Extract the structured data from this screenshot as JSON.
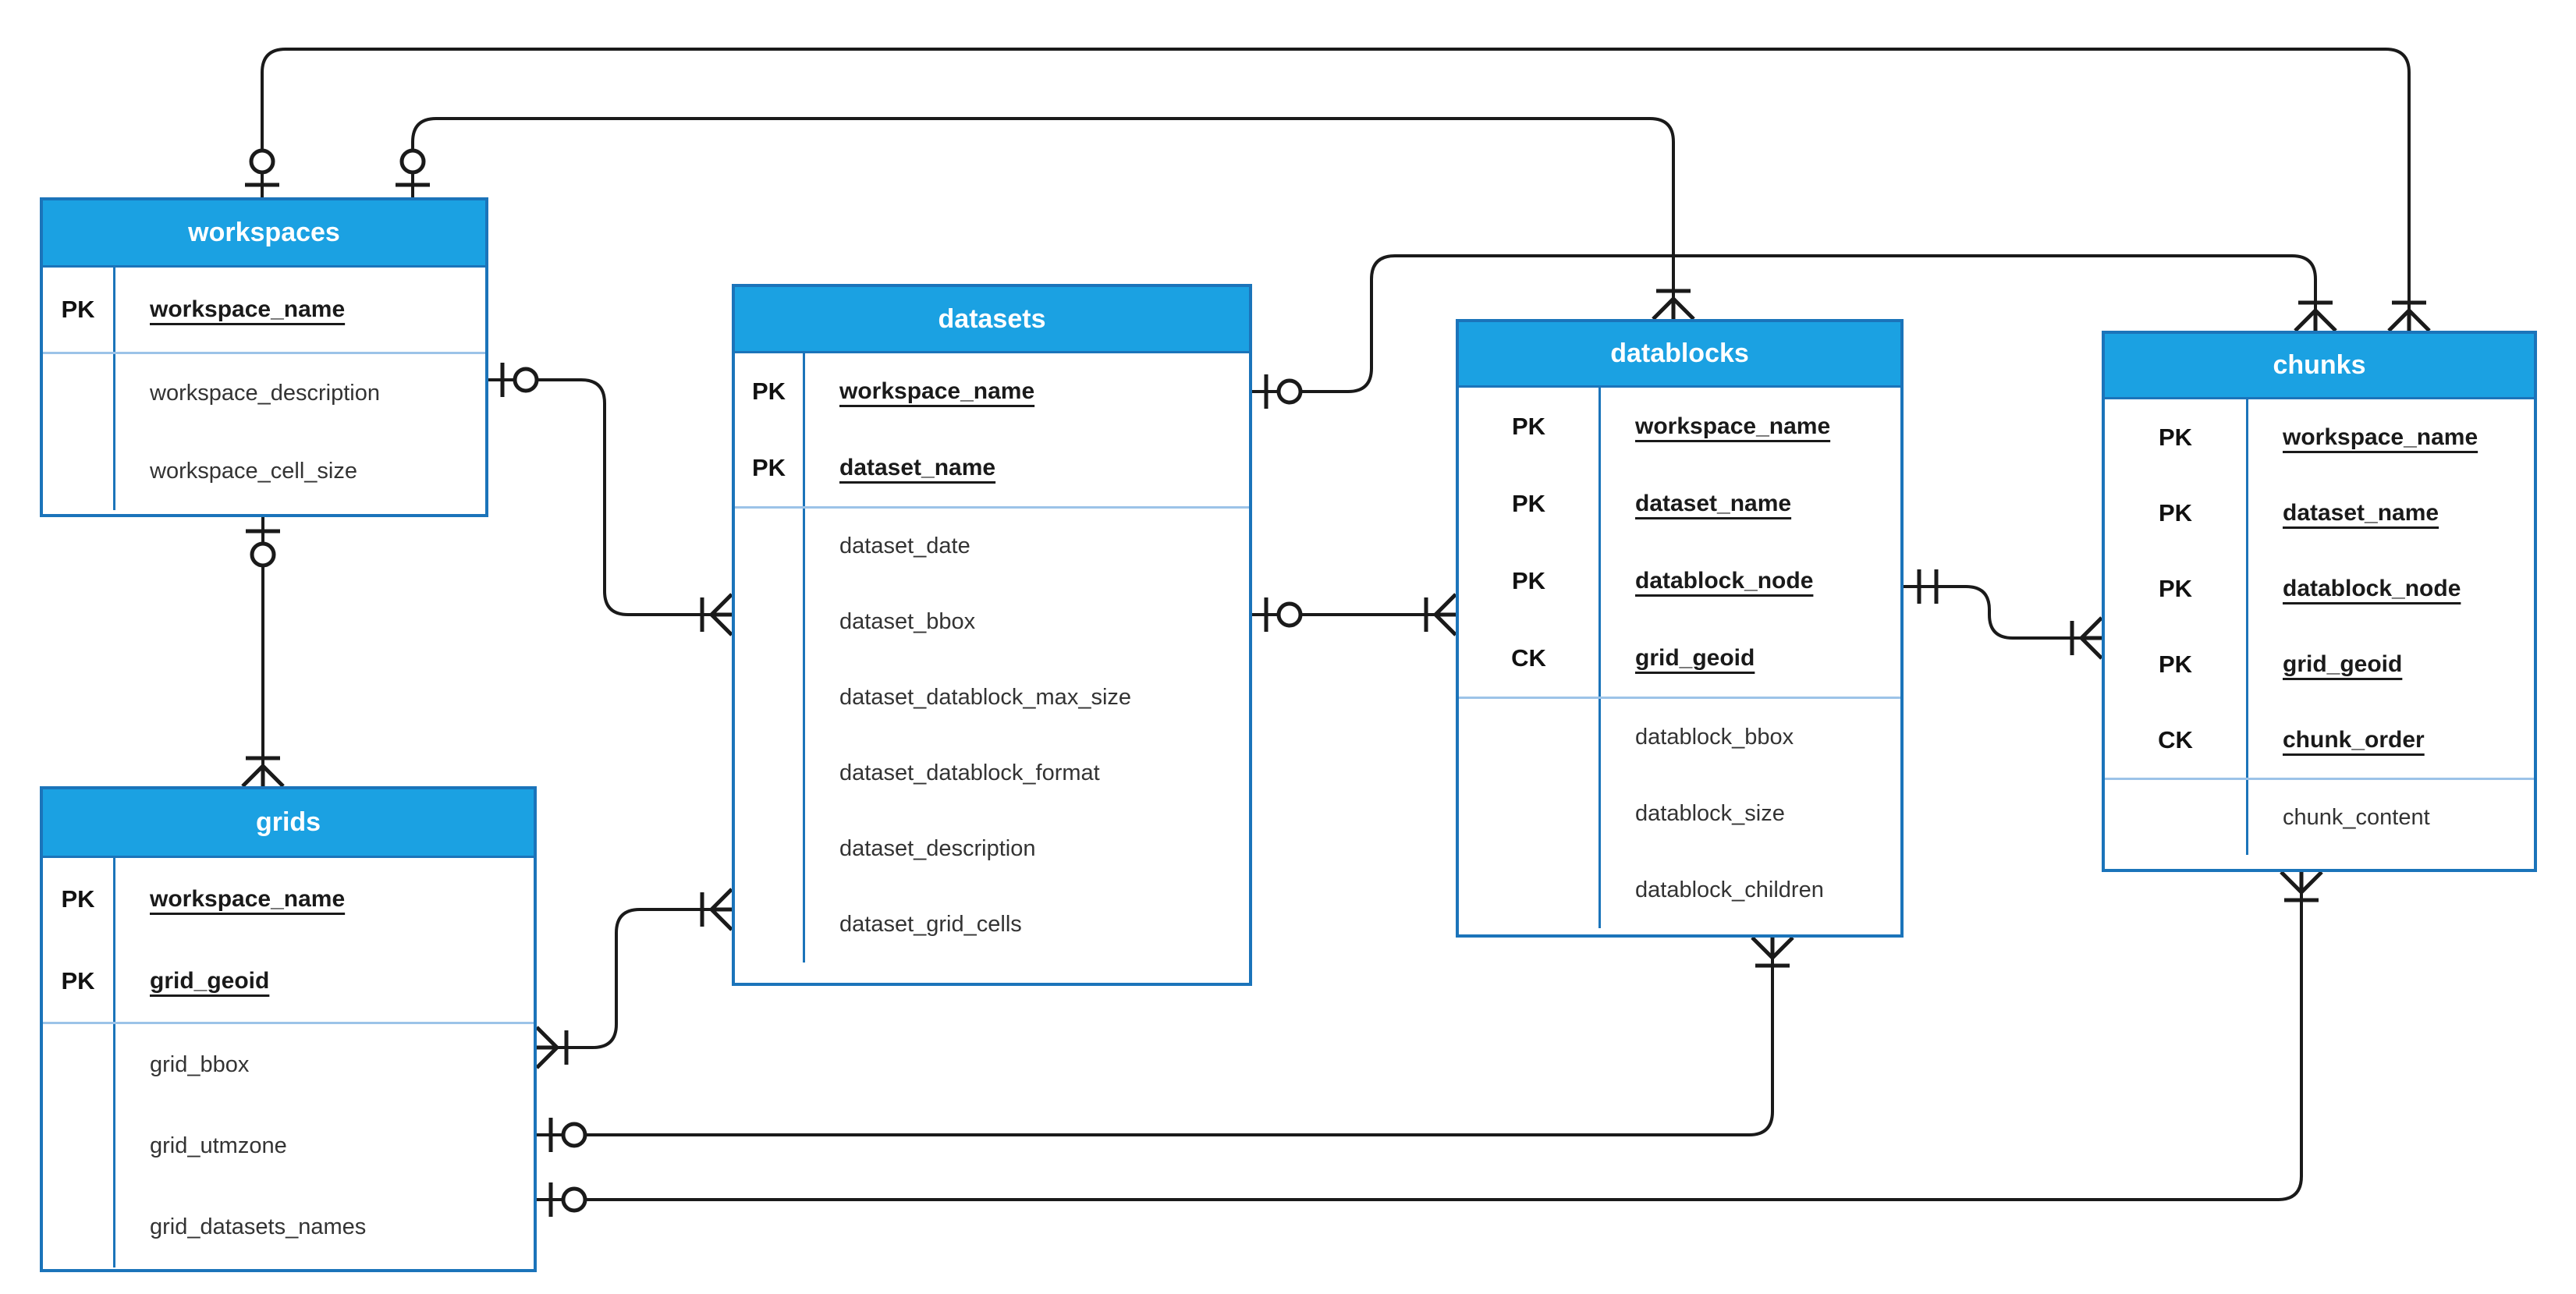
{
  "diagram": {
    "type": "entity-relationship",
    "colors": {
      "header_fill": "#1BA1E2",
      "table_border": "#1B74BA",
      "section_divider": "#9CC3E8",
      "wire": "#1A1A1A",
      "field_text": "#333333",
      "header_text": "#FFFFFF"
    },
    "tables": [
      {
        "title": "workspaces",
        "key_rows": [
          {
            "badge": "PK",
            "field": "workspace_name"
          }
        ],
        "attr_rows": [
          {
            "field": "workspace_description"
          },
          {
            "field": "workspace_cell_size"
          }
        ]
      },
      {
        "title": "datasets",
        "key_rows": [
          {
            "badge": "PK",
            "field": "workspace_name"
          },
          {
            "badge": "PK",
            "field": "dataset_name"
          }
        ],
        "attr_rows": [
          {
            "field": "dataset_date"
          },
          {
            "field": "dataset_bbox"
          },
          {
            "field": "dataset_datablock_max_size"
          },
          {
            "field": "dataset_datablock_format"
          },
          {
            "field": "dataset_description"
          },
          {
            "field": "dataset_grid_cells"
          }
        ]
      },
      {
        "title": "datablocks",
        "key_rows": [
          {
            "badge": "PK",
            "field": "workspace_name"
          },
          {
            "badge": "PK",
            "field": "dataset_name"
          },
          {
            "badge": "PK",
            "field": "datablock_node"
          },
          {
            "badge": "CK",
            "field": "grid_geoid"
          }
        ],
        "attr_rows": [
          {
            "field": "datablock_bbox"
          },
          {
            "field": "datablock_size"
          },
          {
            "field": "datablock_children"
          }
        ]
      },
      {
        "title": "chunks",
        "key_rows": [
          {
            "badge": "PK",
            "field": "workspace_name"
          },
          {
            "badge": "PK",
            "field": "dataset_name"
          },
          {
            "badge": "PK",
            "field": "datablock_node"
          },
          {
            "badge": "PK",
            "field": "grid_geoid"
          },
          {
            "badge": "CK",
            "field": "chunk_order"
          }
        ],
        "attr_rows": [
          {
            "field": "chunk_content"
          }
        ]
      },
      {
        "title": "grids",
        "key_rows": [
          {
            "badge": "PK",
            "field": "workspace_name"
          },
          {
            "badge": "PK",
            "field": "grid_geoid"
          }
        ],
        "attr_rows": [
          {
            "field": "grid_bbox"
          },
          {
            "field": "grid_utmzone"
          },
          {
            "field": "grid_datasets_names"
          }
        ]
      }
    ],
    "relationships": [
      {
        "from": "workspaces",
        "to": "chunks",
        "from_cardinality": "zero-or-one",
        "to_cardinality": "one-or-many"
      },
      {
        "from": "workspaces",
        "to": "datablocks",
        "from_cardinality": "zero-or-one",
        "to_cardinality": "one-or-many"
      },
      {
        "from": "workspaces",
        "to": "datasets",
        "from_cardinality": "zero-or-one",
        "to_cardinality": "one-or-many"
      },
      {
        "from": "workspaces",
        "to": "grids",
        "from_cardinality": "zero-or-one",
        "to_cardinality": "one-or-many"
      },
      {
        "from": "datasets",
        "to": "chunks",
        "from_cardinality": "zero-or-one",
        "to_cardinality": "one-or-many"
      },
      {
        "from": "datasets",
        "to": "datablocks",
        "from_cardinality": "zero-or-one",
        "to_cardinality": "one-or-many"
      },
      {
        "from": "datablocks",
        "to": "chunks",
        "from_cardinality": "exactly-one",
        "to_cardinality": "one-or-many"
      },
      {
        "from": "grids",
        "to": "datasets",
        "from_cardinality": "one-or-many",
        "to_cardinality": "one-or-many"
      },
      {
        "from": "grids",
        "to": "datablocks",
        "from_cardinality": "zero-or-one",
        "to_cardinality": "one-or-many"
      },
      {
        "from": "grids",
        "to": "chunks",
        "from_cardinality": "zero-or-one",
        "to_cardinality": "one-or-many"
      }
    ]
  }
}
